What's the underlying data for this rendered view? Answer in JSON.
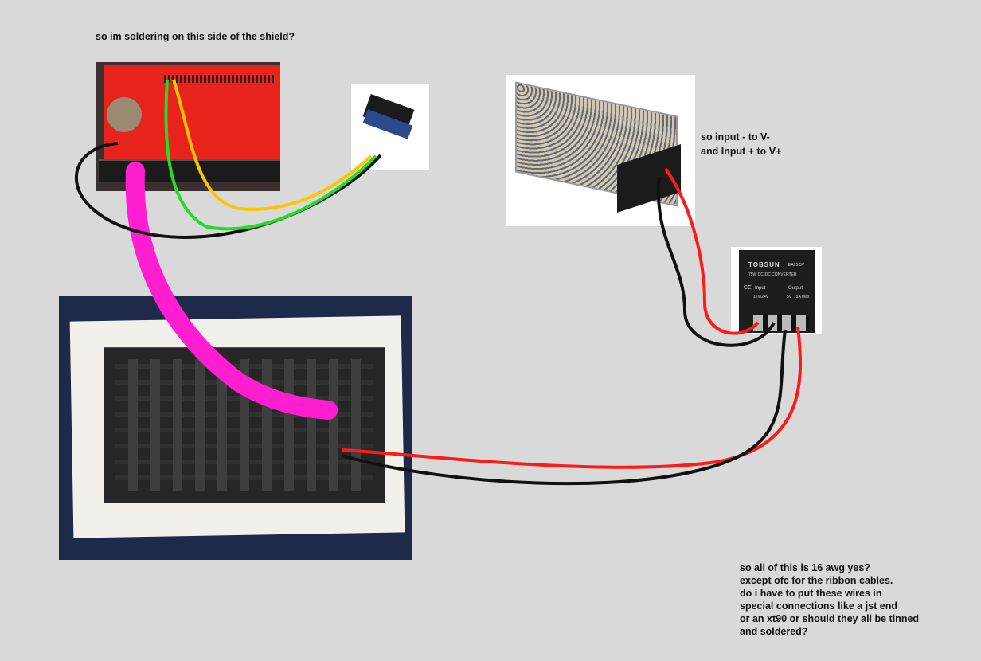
{
  "notes": {
    "title": "so im soldering on this side of the shield?",
    "psu_note_line1": "so input - to V-",
    "psu_note_line2": "and Input + to V+",
    "question_lines": [
      "so all of this is 16 awg yes?",
      "except ofc for the ribbon cables.",
      "do i have to put these wires in",
      "special connections like a jst end",
      "or an xt90 or should they all be tinned",
      "and soldered?"
    ]
  },
  "converter": {
    "brand": "TOBSUN",
    "model": "EA75-5V",
    "subtitle": "75W DC-DC CONVERTER",
    "ce": "CE",
    "input_label": "Input",
    "output_label": "Output",
    "input_spec": "12V/24V",
    "output_spec": "5V  15A max"
  },
  "wire_colors": {
    "ribbon": "#ff1fd0",
    "red": "#ff1a1a",
    "black": "#111111",
    "green": "#22dd22",
    "yellow": "#ffc400"
  }
}
